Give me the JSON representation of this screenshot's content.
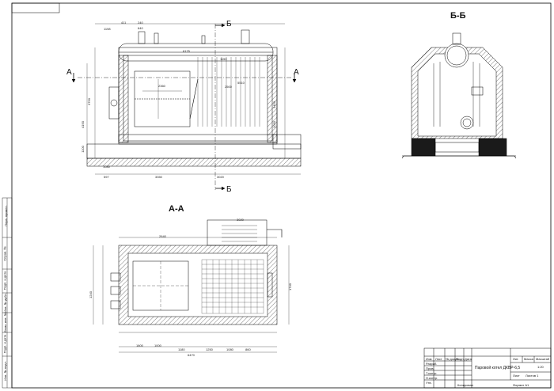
{
  "sheet": {
    "corner_stamp": "",
    "format_label": "Формат А1",
    "copied_label": "Копировал"
  },
  "section_labels": {
    "bb_left_top": "Б",
    "bb_left_bottom": "Б",
    "aa_left": "А",
    "aa_right": "А",
    "view_bb": "Б-Б",
    "view_aa": "А-А"
  },
  "dimensions_top": [
    "1198",
    "411",
    "240",
    "640",
    "6175",
    "2360",
    "1150",
    "5510",
    "2500",
    "3750",
    "4190",
    "3450",
    "1030",
    "1100",
    "1080",
    "597",
    "3350",
    "3020",
    "6470"
  ],
  "dimensions_plan": [
    "6470",
    "1000",
    "1180",
    "1250",
    "1080",
    "860",
    "3020",
    "2640",
    "1800",
    "1240",
    "1740"
  ],
  "title_block": {
    "drawing_title": "Паровой котел ДКВР-6,5",
    "scale": "1:20",
    "stage": "",
    "sheet": "Лист",
    "sheets": "Листов 1",
    "headers": [
      "Изм",
      "Лист",
      "№ докум.",
      "Подп.",
      "Дата"
    ],
    "roles": [
      "Разраб.",
      "Пров.",
      "Т.контр.",
      "Н.контр.",
      "Утв."
    ],
    "lit_header": "Лит.",
    "mass_header": "Масса",
    "scale_header": "Масштаб"
  },
  "side_stamp": [
    "Перв. примен.",
    "Справ. №",
    "Подп. и дата",
    "Инв. № дубл.",
    "Взам. инв. №",
    "Подп. и дата",
    "Инв. № подл."
  ]
}
